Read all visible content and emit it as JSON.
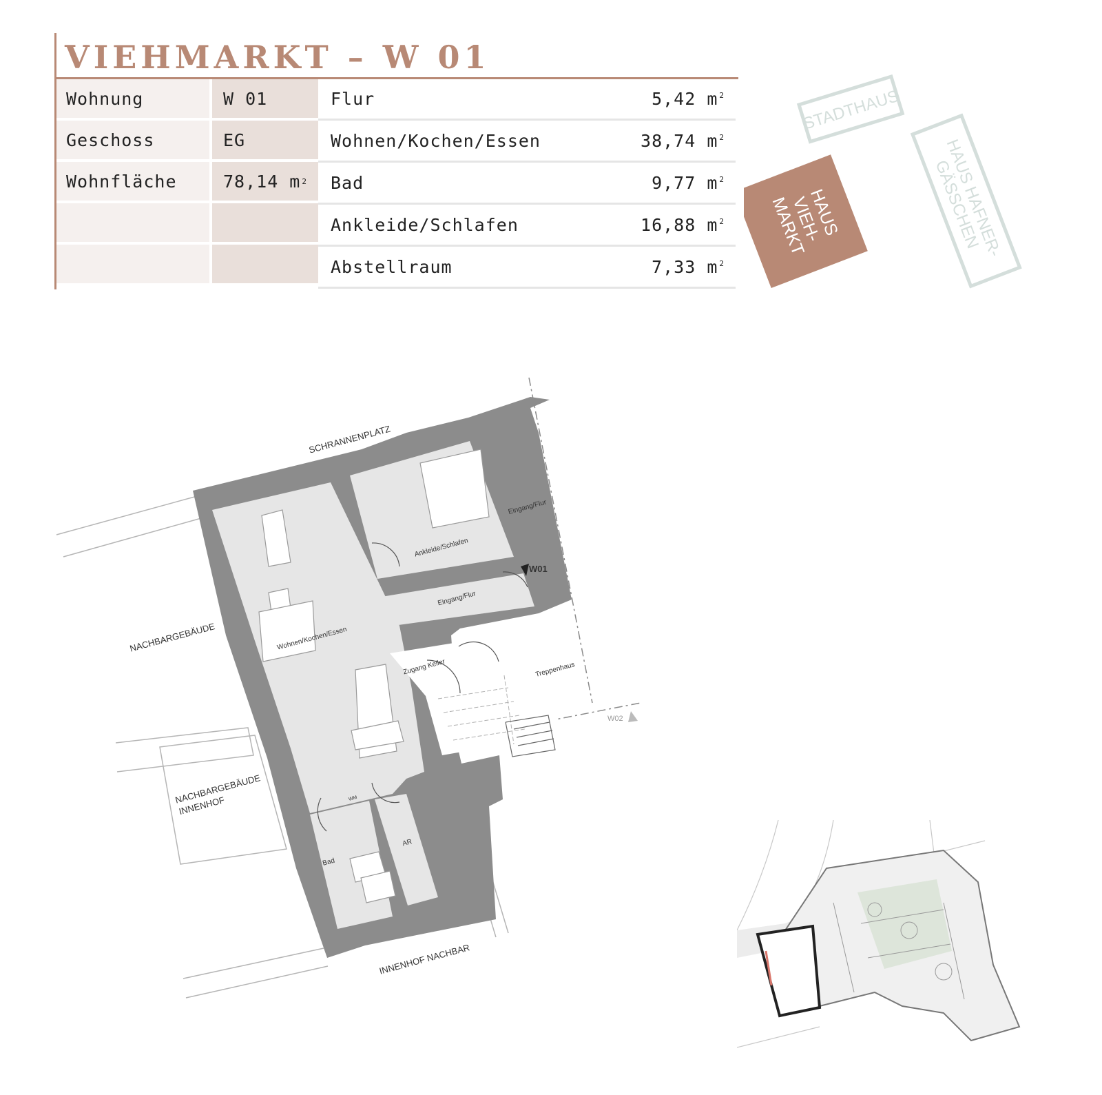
{
  "title": "VIEHMARKT – W 01",
  "info": [
    {
      "label": "Wohnung",
      "value": "W 01",
      "unit": ""
    },
    {
      "label": "Geschoss",
      "value": "EG",
      "unit": ""
    },
    {
      "label": "Wohnfläche",
      "value": "78,14 m",
      "unit": "2"
    },
    {
      "label": "",
      "value": "",
      "unit": ""
    },
    {
      "label": "",
      "value": "",
      "unit": ""
    }
  ],
  "rooms": [
    {
      "name": "Flur",
      "area": "5,42 m",
      "unit": "2"
    },
    {
      "name": "Wohnen/Kochen/Essen",
      "area": "38,74 m",
      "unit": "2"
    },
    {
      "name": "Bad",
      "area": "9,77 m",
      "unit": "2"
    },
    {
      "name": "Ankleide/Schlafen",
      "area": "16,88 m",
      "unit": "2"
    },
    {
      "name": "Abstellraum",
      "area": "7,33 m",
      "unit": "2"
    }
  ],
  "locator": {
    "stadthaus": "STADTHAUS",
    "viehmarkt_lines": [
      "HAUS",
      "VIEH-",
      "MARKT"
    ],
    "hafner_lines": [
      "HAUS HAFNER-",
      "GÄSSCHEN"
    ]
  },
  "plan": {
    "schrannenplatz": "SCHRANNENPLATZ",
    "nachbargebaeude": "NACHBARGEBÄUDE",
    "innenhof_lines": [
      "NACHBARGEBÄUDE",
      "INNENHOF"
    ],
    "innenhof_nachbar": "INNENHOF NACHBAR",
    "wohnen": "Wohnen/Kochen/Essen",
    "ankleide": "Ankleide/Schlafen",
    "eingang1": "Eingang/Flur",
    "eingang2": "Eingang/Flur",
    "zugang": "Zugang Keller",
    "treppenhaus": "Treppenhaus",
    "bad": "Bad",
    "ar": "AR",
    "wm": "WM",
    "w01": "W01",
    "w02": "W02"
  },
  "colors": {
    "accent": "#b88975",
    "light": "#f5f0ee",
    "mid": "#e9dfda",
    "wall": "#8c8c8c",
    "floor": "#e6e6e6",
    "locator_outline": "#d4dedb"
  }
}
